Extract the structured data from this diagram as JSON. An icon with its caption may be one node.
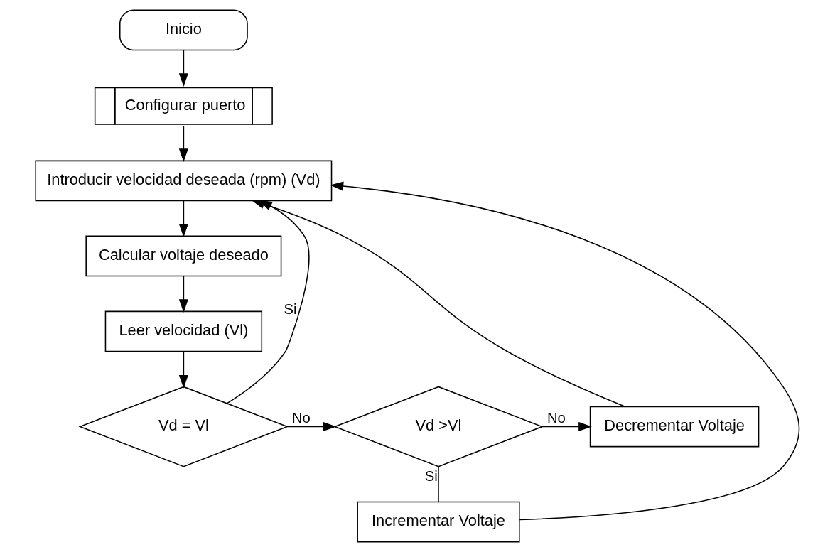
{
  "diagram": {
    "nodes": [
      {
        "text": [
          "Inicio"
        ]
      },
      {
        "text": [
          "Configurar puerto"
        ]
      },
      {
        "text": [
          "Introducir velocidad deseada (rpm) (Vd)"
        ]
      },
      {
        "text": [
          "Calcular voltaje deseado"
        ]
      },
      {
        "text": [
          "Leer velocidad (Vl)"
        ]
      },
      {
        "text": [
          "Vd = Vl"
        ]
      },
      {
        "text": [
          "Vd >Vl"
        ]
      },
      {
        "text": [
          "Decrementar Voltaje"
        ]
      },
      {
        "text": [
          "Incrementar Voltaje"
        ]
      }
    ],
    "edges": [
      {
        "from": 0,
        "to": 1,
        "arrow": "to"
      },
      {
        "from": 1,
        "to": 2,
        "arrow": "to"
      },
      {
        "from": 2,
        "to": 3,
        "arrow": "to"
      },
      {
        "from": 3,
        "to": 4,
        "arrow": "to"
      },
      {
        "from": 4,
        "to": 5,
        "arrow": "to"
      },
      {
        "from": 5,
        "to": 6,
        "arrow": "to",
        "label": "No"
      },
      {
        "from": 5,
        "to": 2,
        "arrow": "to",
        "label": "Si"
      },
      {
        "from": 6,
        "to": 7,
        "arrow": "to",
        "label": "No"
      },
      {
        "from": 6,
        "to": 8,
        "arrow": "none",
        "label": "Si"
      },
      {
        "from": 7,
        "to": 2,
        "arrow": "to"
      },
      {
        "from": 8,
        "to": 2,
        "arrow": "to"
      }
    ]
  }
}
